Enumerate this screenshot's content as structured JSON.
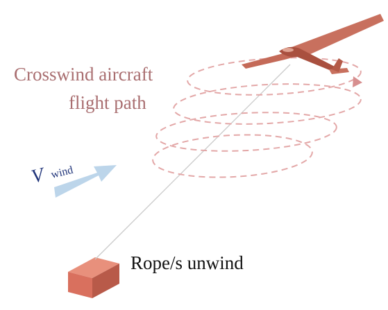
{
  "labels": {
    "flight_path_line1": "Crosswind aircraft",
    "flight_path_line2": "flight path",
    "wind_main": "V",
    "wind_sub": "wind",
    "rope": "Rope/s unwind"
  },
  "colors": {
    "aircraft": "#c8705e",
    "aircraft_dark": "#a9503f",
    "path": "#e3a7a7",
    "label_path": "#a96e70",
    "wind_arrow": "#bcd5ea",
    "wind_text": "#21357a",
    "rope": "#c9c9c9",
    "box_front": "#d9705e",
    "box_top": "#e8907c",
    "box_side": "#b85a49",
    "text": "#111111"
  }
}
